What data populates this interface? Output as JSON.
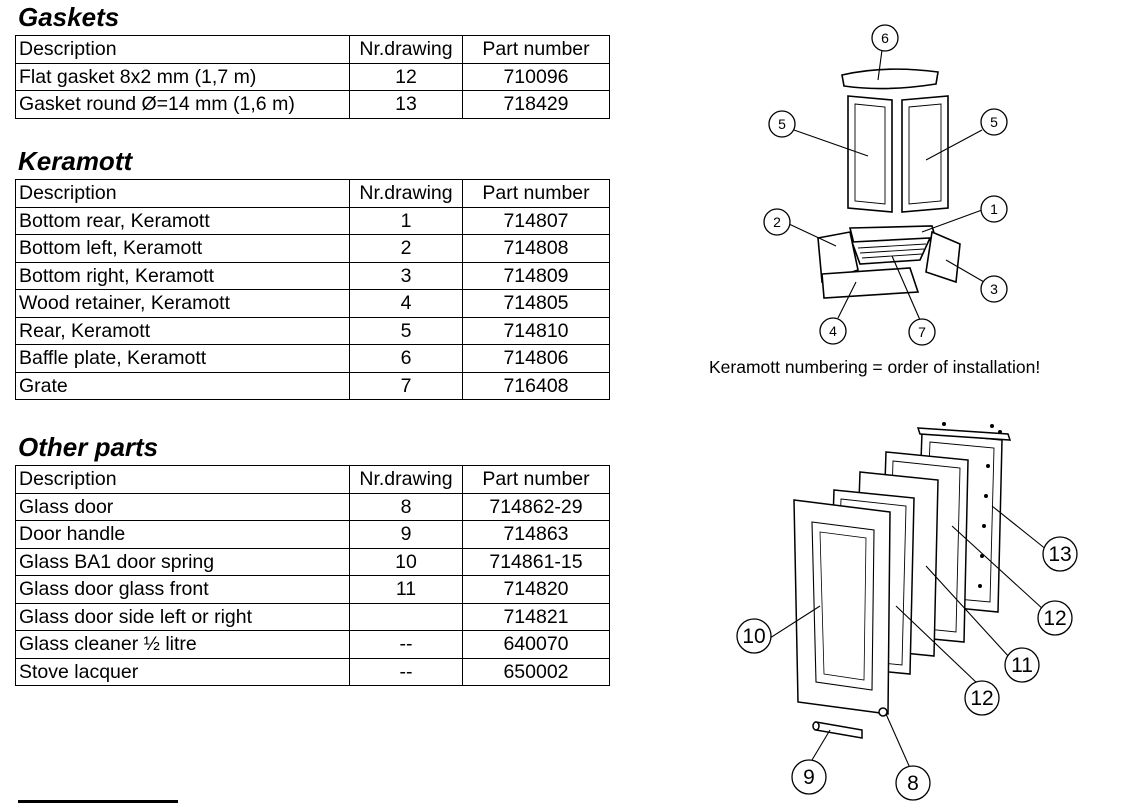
{
  "sections": [
    {
      "title": "Gaskets",
      "headers": [
        "Description",
        "Nr.drawing",
        "Part number"
      ],
      "rows": [
        [
          "Flat gasket 8x2 mm (1,7 m)",
          "12",
          "710096"
        ],
        [
          "Gasket round Ø=14 mm (1,6 m)",
          "13",
          "718429"
        ]
      ]
    },
    {
      "title": "Keramott",
      "headers": [
        "Description",
        "Nr.drawing",
        "Part number"
      ],
      "rows": [
        [
          "Bottom rear, Keramott",
          "1",
          "714807"
        ],
        [
          "Bottom left, Keramott",
          "2",
          "714808"
        ],
        [
          "Bottom right, Keramott",
          "3",
          "714809"
        ],
        [
          "Wood retainer, Keramott",
          "4",
          "714805"
        ],
        [
          "Rear, Keramott",
          "5",
          "714810"
        ],
        [
          "Baffle plate, Keramott",
          "6",
          "714806"
        ],
        [
          "Grate",
          "7",
          "716408"
        ]
      ]
    },
    {
      "title": "Other parts",
      "headers": [
        "Description",
        "Nr.drawing",
        "Part number"
      ],
      "rows": [
        [
          "Glass door",
          "8",
          "714862-29"
        ],
        [
          "Door handle",
          "9",
          "714863"
        ],
        [
          "Glass BA1 door spring",
          "10",
          "714861-15"
        ],
        [
          "Glass door glass front",
          "11",
          "714820"
        ],
        [
          "Glass door side left or right",
          "",
          "714821"
        ],
        [
          "Glass cleaner ½ litre",
          "--",
          "640070"
        ],
        [
          "Stove lacquer",
          "--",
          "650002"
        ]
      ]
    }
  ],
  "keramott_note": "Keramott numbering = order of installation!",
  "keramott_callouts": [
    "6",
    "5",
    "5",
    "1",
    "2",
    "3",
    "4",
    "7"
  ],
  "door_callouts": [
    "13",
    "12",
    "11",
    "12",
    "10",
    "9",
    "8"
  ]
}
